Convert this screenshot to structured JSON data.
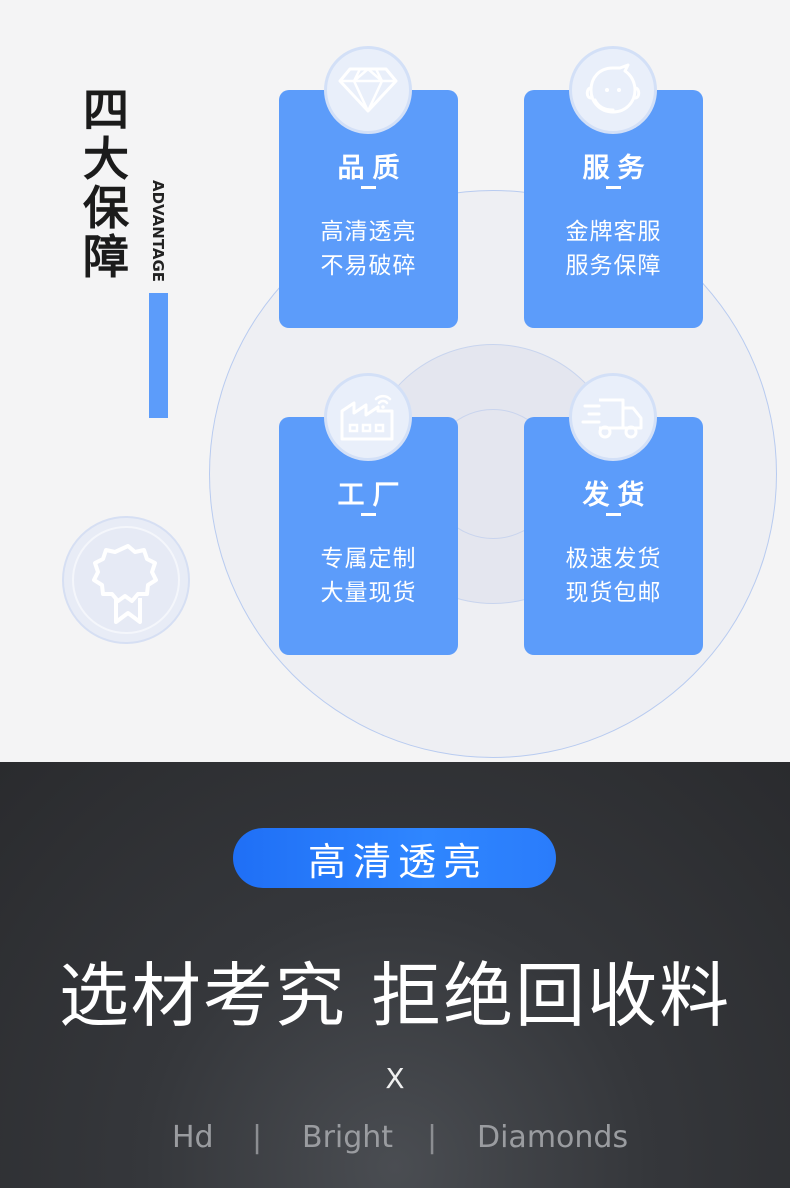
{
  "section_title": {
    "chars": [
      "四",
      "大",
      "保",
      "障"
    ],
    "subtitle": "ADVANTAGE"
  },
  "cards": [
    {
      "title": "品质",
      "line1": "高清透亮",
      "line2": "不易破碎",
      "icon": "diamond-icon"
    },
    {
      "title": "服务",
      "line1": "金牌客服",
      "line2": "服务保障",
      "icon": "customer-service-icon"
    },
    {
      "title": "工厂",
      "line1": "专属定制",
      "line2": "大量现货",
      "icon": "factory-icon"
    },
    {
      "title": "发货",
      "line1": "极速发货",
      "line2": "现货包邮",
      "icon": "delivery-truck-icon"
    }
  ],
  "decor": {
    "medal_icon": "medal-icon"
  },
  "banner": {
    "pill_text": "高清透亮",
    "headline": "选材考究 拒绝回收料",
    "x_mark": "X",
    "tags": [
      "Hd",
      "Bright",
      "Diamonds"
    ],
    "separator": "|"
  },
  "colors": {
    "card_blue": "#5c9cfa",
    "pill_blue": "#2a7cfb",
    "dark_bg": "#35373b",
    "title_dark": "#1b1b1b"
  }
}
